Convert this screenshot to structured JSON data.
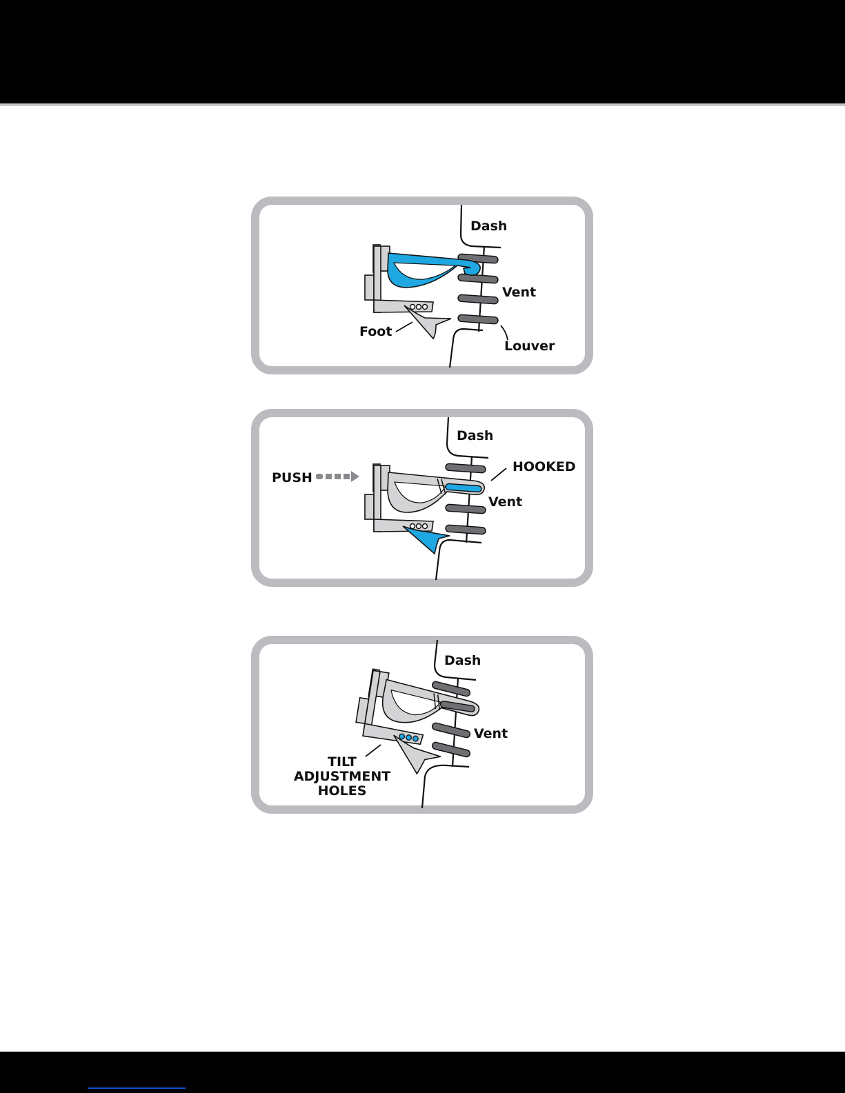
{
  "colors": {
    "accent": "#1ea7e1",
    "frame": "#bcbcc0",
    "clip": "#d4d4d6",
    "louver": "#6f6f73",
    "arrow": "#8a8a8e"
  },
  "panels": [
    {
      "labels": {
        "dash": "Dash",
        "vent": "Vent",
        "foot": "Foot",
        "louver": "Louver"
      }
    },
    {
      "labels": {
        "dash": "Dash",
        "vent": "Vent",
        "push": "PUSH",
        "hooked": "HOOKED"
      }
    },
    {
      "labels": {
        "dash": "Dash",
        "vent": "Vent",
        "tilt_1": "TILT",
        "tilt_2": "ADJUSTMENT",
        "tilt_3": "HOLES"
      }
    }
  ]
}
